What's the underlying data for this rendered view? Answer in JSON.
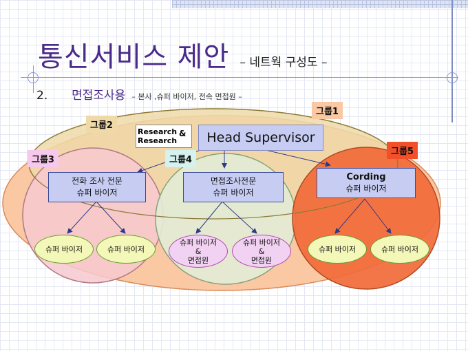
{
  "title": {
    "main": "통신서비스 제안",
    "sub": "– 네트웍 구성도 –"
  },
  "subheading": {
    "number": "2.",
    "text": "면접조사용",
    "detail": "– 본사 ,슈퍼 바이저, 전속 면접원 –"
  },
  "groups": [
    "그룹1",
    "그룹2",
    "그룹3",
    "그룹4",
    "그룹5"
  ],
  "logo": {
    "line1": "Research",
    "line2": "Research",
    "amp": "&"
  },
  "head_supervisor": "Head Supervisor",
  "boxes": {
    "phone": [
      "전화 조사 전문",
      "슈퍼 바이저"
    ],
    "interview": [
      "면접조사전문",
      "슈퍼 바이저"
    ],
    "cording": [
      "Cording",
      "슈퍼 바이저"
    ]
  },
  "leaves": {
    "phone_1": "슈퍼 바이저",
    "phone_2": "슈퍼 바이저",
    "interview_1": [
      "슈퍼 바이저",
      "&",
      "면접원"
    ],
    "interview_2": [
      "슈퍼 바이저",
      "&",
      "면접원"
    ],
    "cording_1": "슈퍼 바이저",
    "cording_2": "슈퍼 바이저"
  },
  "colors": {
    "group1": "#fbc8a4",
    "group2": "#efd9a8",
    "group3": "#f7c9d0",
    "group4": "#e2ecd6",
    "group5": "#f26a3a",
    "title": "#4a2a8a",
    "box": "#c7cdf2"
  }
}
